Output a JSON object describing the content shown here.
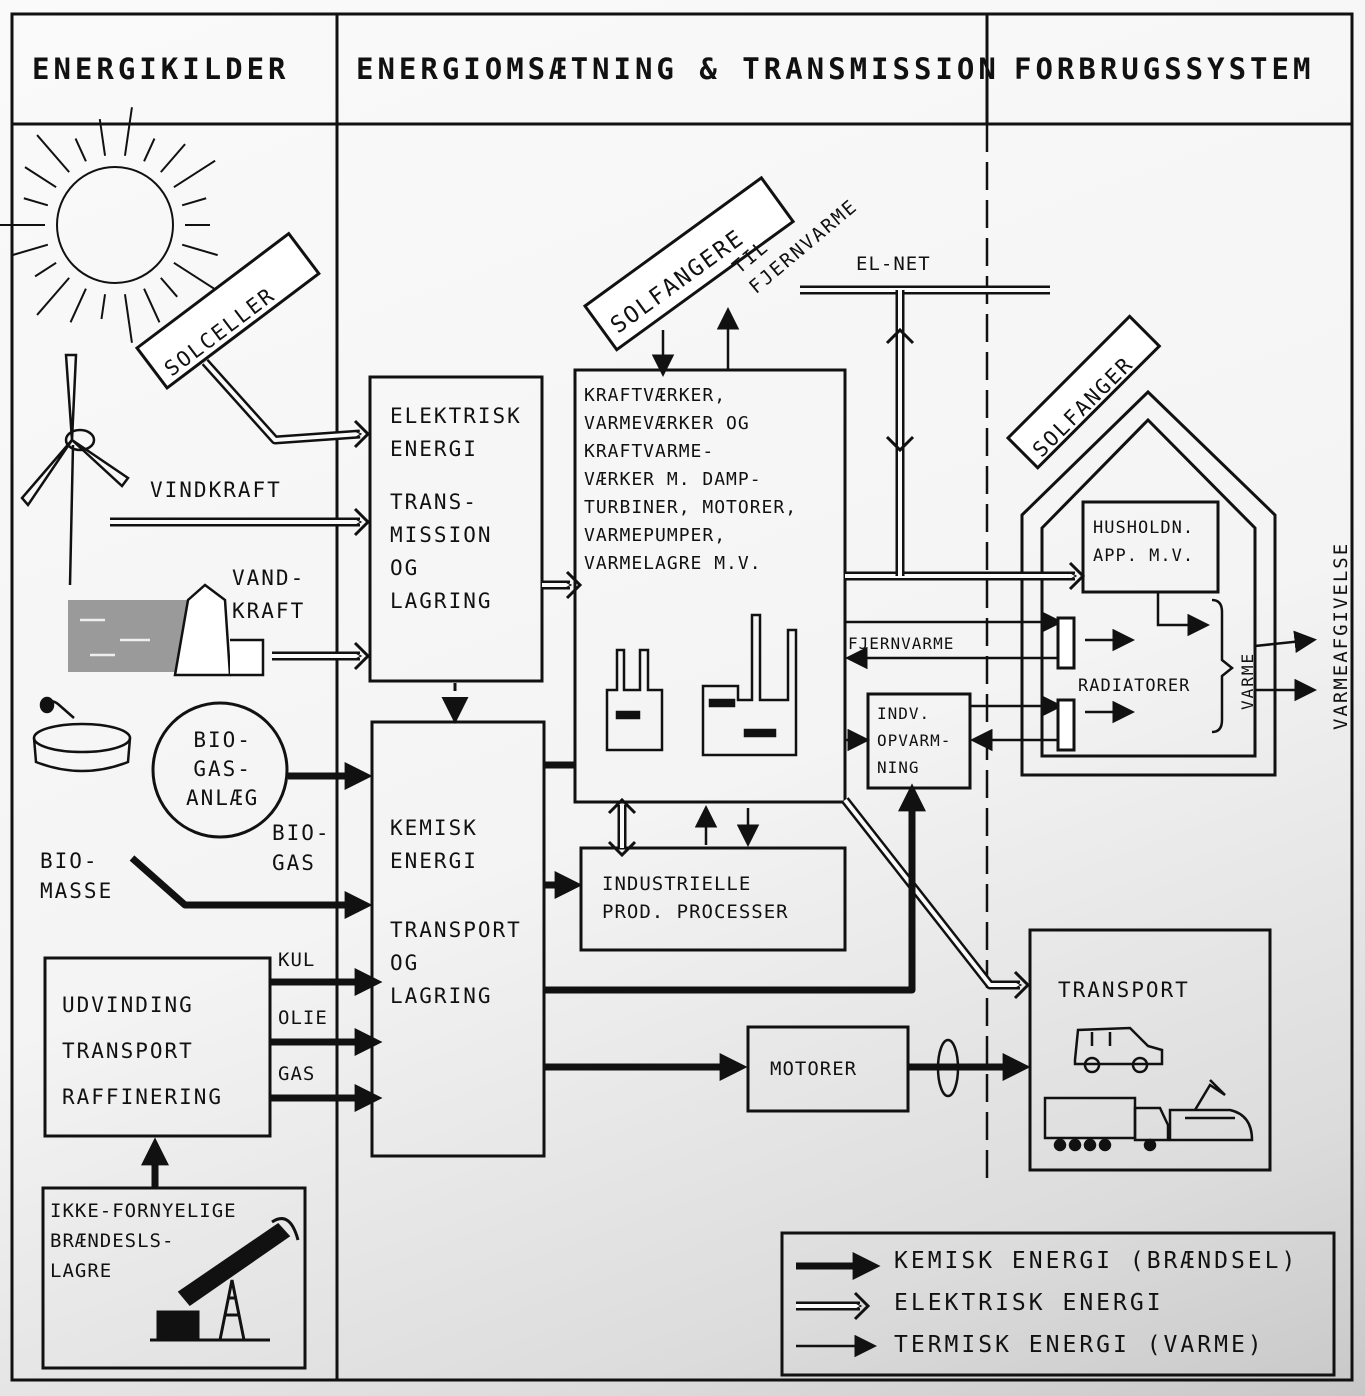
{
  "columns": {
    "sources": "ENERGIKILDER",
    "conversion": "ENERGIOMSÆTNING & TRANSMISSION",
    "consumption": "FORBRUGSSYSTEM"
  },
  "sources": {
    "solar_cells": "SOLCELLER",
    "wind": "VINDKRAFT",
    "hydro": [
      "VAND-",
      "KRAFT"
    ],
    "biogas_plant": [
      "BIO-",
      "GAS-",
      "ANLÆG"
    ],
    "biogas": [
      "BIO-",
      "GAS"
    ],
    "biomass": [
      "BIO-",
      "MASSE"
    ],
    "coal": "KUL",
    "oil": "OLIE",
    "gas": "GAS",
    "extraction": [
      "UDVINDING",
      "TRANSPORT",
      "RAFFINERING"
    ],
    "fossil_stores": [
      "IKKE-FORNYELIGE",
      "BRÆNDESLS-",
      "LAGRE"
    ]
  },
  "conversion": {
    "electric": [
      "ELEKTRISK",
      "ENERGI",
      "",
      "TRANS-",
      "MISSION",
      "OG",
      "LAGRING"
    ],
    "chemical": [
      "KEMISK",
      "ENERGI",
      "",
      "TRANSPORT",
      "OG",
      "LAGRING"
    ],
    "plants": [
      "KRAFTVÆRKER,",
      "VARMEVÆRKER OG",
      "KRAFTVARME-",
      "VÆRKER M. DAMP-",
      "TURBINER, MOTORER,",
      "VARMEPUMPER,",
      "VARMELAGRE M.V."
    ],
    "solar_collectors": "SOLFANGERE",
    "to_district_heating": [
      "TIL",
      "FJERNVARME"
    ],
    "grid": "EL-NET",
    "industry": [
      "INDUSTRIELLE",
      "PROD. PROCESSER"
    ],
    "district_heating": "FJERNVARME",
    "individual_heating": [
      "INDV.",
      "OPVARM-",
      "NING"
    ],
    "motors": "MOTORER"
  },
  "consumption": {
    "solar_collector": "SOLFANGER",
    "household": [
      "HUSHOLDN.",
      "APP. M.V."
    ],
    "radiators": "RADIATORER",
    "heat": "VARME",
    "heat_release": "VARMEAFGIVELSE",
    "transport": "TRANSPORT"
  },
  "legend": {
    "chemical": "KEMISK ENERGI (BRÆNDSEL)",
    "electric": "ELEKTRISK ENERGI",
    "thermal": "TERMISK ENERGI (VARME)"
  }
}
